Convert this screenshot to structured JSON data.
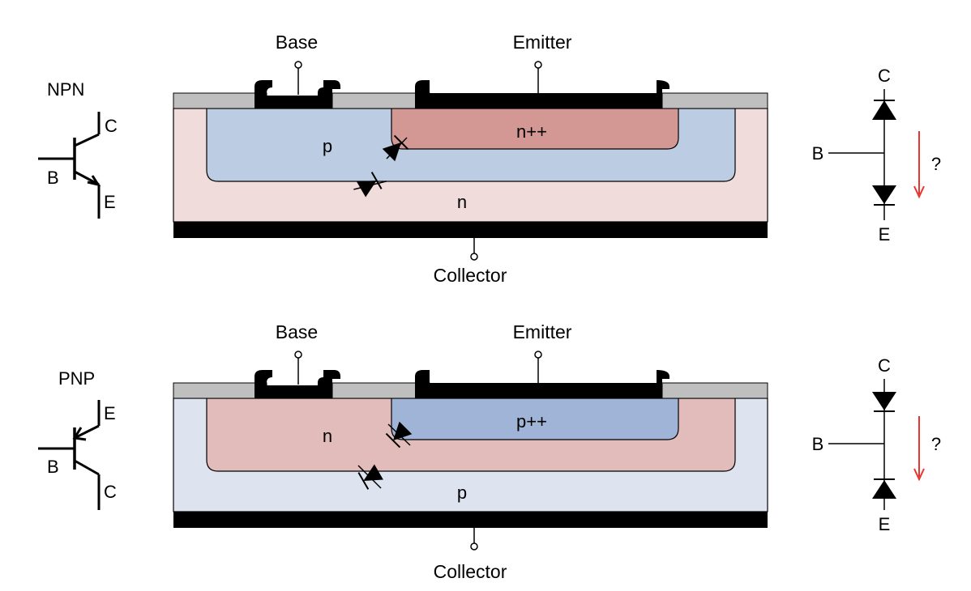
{
  "panels": {
    "npn": {
      "type_label": "NPN",
      "symbol": {
        "c": "C",
        "b": "B",
        "e": "E"
      },
      "terminals": {
        "base": "Base",
        "emitter": "Emitter",
        "collector": "Collector"
      },
      "regions": {
        "emitter_region": "n++",
        "base_region": "p",
        "collector_region": "n"
      },
      "diode_model": {
        "c": "C",
        "b": "B",
        "e": "E",
        "question": "?"
      },
      "colors": {
        "substrate": "#f0dcdb",
        "base_well": "#bccce2",
        "emitter_well": "#d49894"
      }
    },
    "pnp": {
      "type_label": "PNP",
      "symbol": {
        "e": "E",
        "b": "B",
        "c": "C"
      },
      "terminals": {
        "base": "Base",
        "emitter": "Emitter",
        "collector": "Collector"
      },
      "regions": {
        "emitter_region": "p++",
        "base_region": "n",
        "collector_region": "p"
      },
      "diode_model": {
        "c": "C",
        "b": "B",
        "e": "E",
        "question": "?"
      },
      "colors": {
        "substrate": "#dde4f0",
        "base_well": "#e2bcba",
        "emitter_well": "#9fb4d6"
      }
    }
  },
  "colors": {
    "oxide": "#bfbfbf",
    "metal": "#000000",
    "arrow": "#e8352d"
  }
}
